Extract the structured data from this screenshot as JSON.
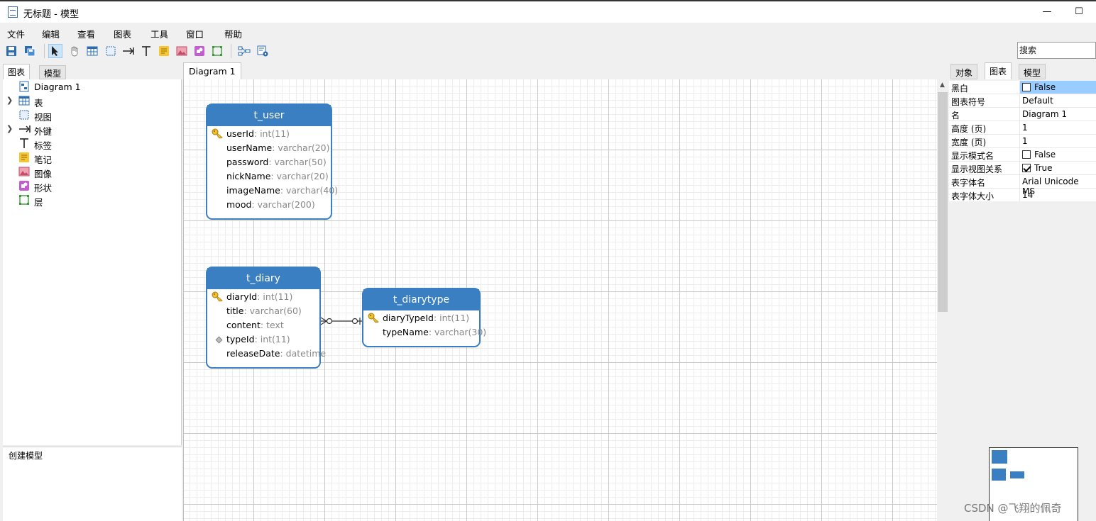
{
  "window": {
    "title": "无标题 - 模型"
  },
  "menu": [
    "文件",
    "编辑",
    "查看",
    "图表",
    "工具",
    "窗口",
    "帮助"
  ],
  "search": {
    "placeholder": "搜索"
  },
  "left_tabs": [
    "图表",
    "模型"
  ],
  "tree": [
    {
      "label": "Diagram 1",
      "icon": "diagram-icon",
      "expandable": false
    },
    {
      "label": "表",
      "icon": "table-icon",
      "expandable": true
    },
    {
      "label": "视图",
      "icon": "view-icon",
      "expandable": false
    },
    {
      "label": "外键",
      "icon": "foreign-key-icon",
      "expandable": true
    },
    {
      "label": "标签",
      "icon": "label-icon",
      "expandable": false
    },
    {
      "label": "笔记",
      "icon": "note-icon",
      "expandable": false
    },
    {
      "label": "图像",
      "icon": "image-icon",
      "expandable": false
    },
    {
      "label": "形状",
      "icon": "shape-icon",
      "expandable": false
    },
    {
      "label": "层",
      "icon": "layer-icon",
      "expandable": false
    }
  ],
  "left_status": "创建模型",
  "diagram_tab": "Diagram 1",
  "tables": {
    "t_user": {
      "name": "t_user",
      "fields": [
        {
          "name": "userId",
          "type": ": int(11)",
          "marker": "key"
        },
        {
          "name": "userName",
          "type": ": varchar(20)"
        },
        {
          "name": "password",
          "type": ": varchar(50)"
        },
        {
          "name": "nickName",
          "type": ": varchar(20)"
        },
        {
          "name": "imageName",
          "type": ": varchar(40)"
        },
        {
          "name": "mood",
          "type": ": varchar(200)"
        }
      ]
    },
    "t_diary": {
      "name": "t_diary",
      "fields": [
        {
          "name": "diaryId",
          "type": ": int(11)",
          "marker": "key"
        },
        {
          "name": "title",
          "type": ": varchar(60)"
        },
        {
          "name": "content",
          "type": ": text"
        },
        {
          "name": "typeId",
          "type": ": int(11)",
          "marker": "fk"
        },
        {
          "name": "releaseDate",
          "type": ": datetime"
        }
      ]
    },
    "t_diarytype": {
      "name": "t_diarytype",
      "fields": [
        {
          "name": "diaryTypeId",
          "type": ": int(11)",
          "marker": "key"
        },
        {
          "name": "typeName",
          "type": ": varchar(30)"
        }
      ]
    }
  },
  "right_tabs": [
    "对象",
    "图表",
    "模型"
  ],
  "properties": [
    {
      "key": "黑白",
      "value": "False",
      "checkbox": "unchecked"
    },
    {
      "key": "图表符号",
      "value": "Default"
    },
    {
      "key": "名",
      "value": "Diagram 1"
    },
    {
      "key": "高度 (页)",
      "value": "1"
    },
    {
      "key": "宽度 (页)",
      "value": "1"
    },
    {
      "key": "显示模式名",
      "value": "False",
      "checkbox": "unchecked"
    },
    {
      "key": "显示视图关系",
      "value": "True",
      "checkbox": "checked"
    },
    {
      "key": "表字体名",
      "value": "Arial Unicode MS"
    },
    {
      "key": "表字体大小",
      "value": "14"
    }
  ],
  "colors": {
    "table_header": "#3a7fc1",
    "selection": "#99ccff"
  },
  "watermark": "CSDN @飞翔的佩奇"
}
